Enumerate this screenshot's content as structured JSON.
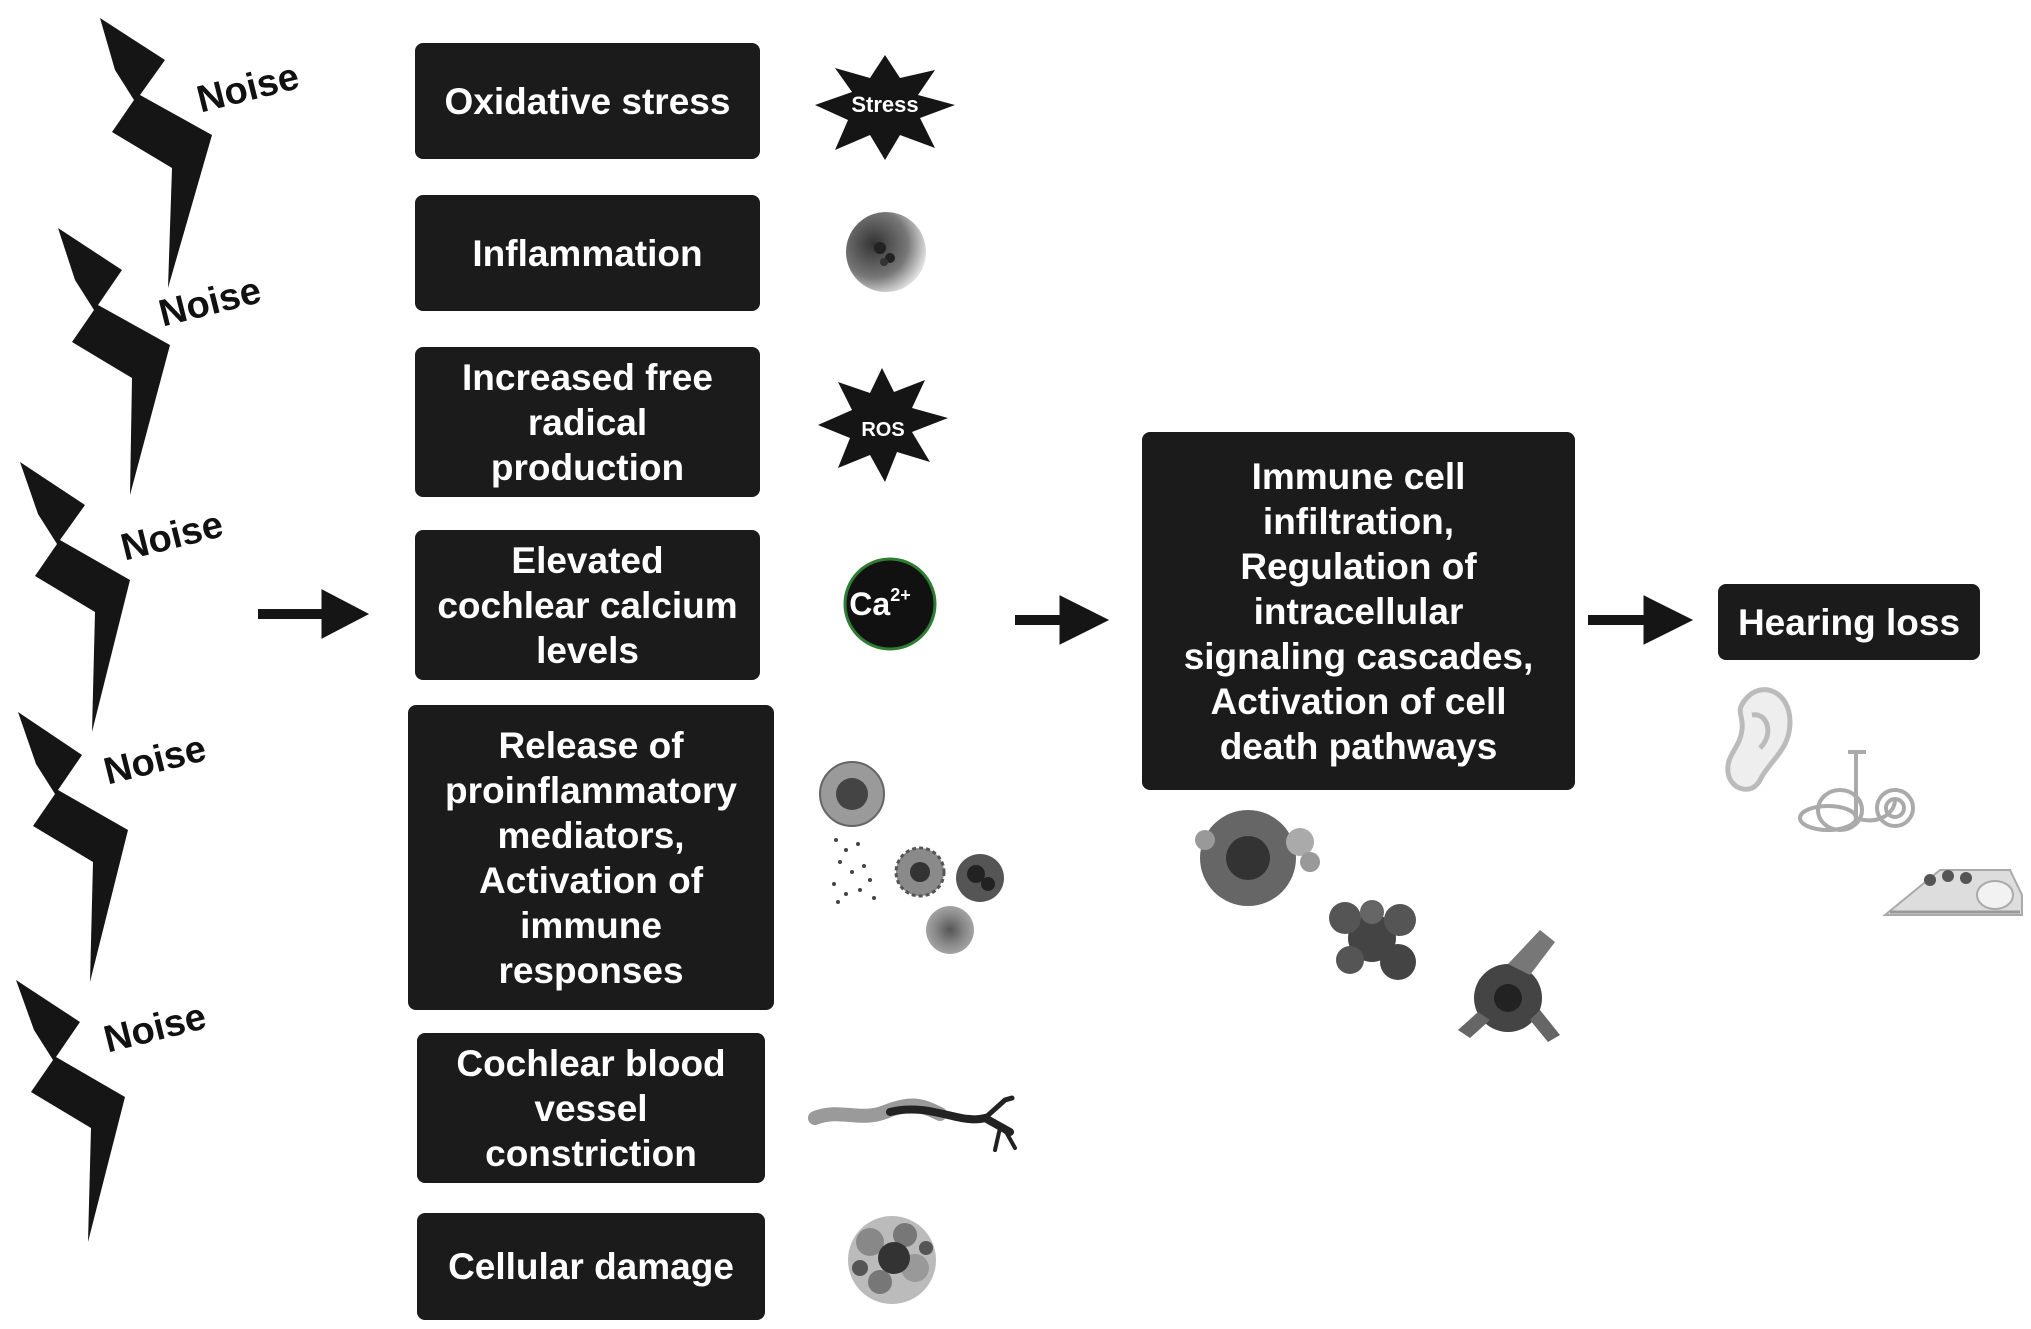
{
  "noise": {
    "label": "Noise"
  },
  "mechanisms": [
    {
      "label": "Oxidative stress"
    },
    {
      "label": "Inflammation"
    },
    {
      "label": "Increased free radical production"
    },
    {
      "label": "Elevated cochlear calcium levels"
    },
    {
      "label": "Release of proinflammatory mediators, Activation of immune responses"
    },
    {
      "label": "Cochlear blood vessel constriction"
    },
    {
      "label": "Cellular damage"
    }
  ],
  "icons": {
    "stress": "Stress",
    "ros": "ROS",
    "calcium": "Ca",
    "calcium_sup": "2+"
  },
  "outcome": {
    "label": "Immune cell infiltration, Regulation of intracellular signaling cascades, Activation of cell death pathways"
  },
  "result": {
    "label": "Hearing loss"
  }
}
